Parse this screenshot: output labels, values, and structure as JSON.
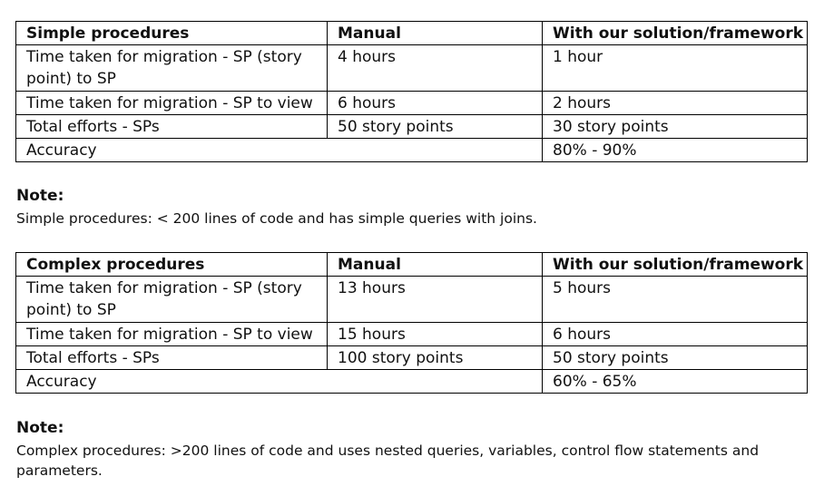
{
  "simple_table": {
    "headers": [
      "Simple procedures",
      "Manual",
      "With our solution/framework"
    ],
    "rows": [
      [
        "Time taken for migration - SP (story point) to SP",
        "4 hours",
        "1 hour"
      ],
      [
        "Time taken for migration - SP to view",
        "6 hours",
        "2 hours"
      ],
      [
        "Total efforts - SPs",
        "50 story points",
        "30 story points"
      ]
    ],
    "accuracy": {
      "label": "Accuracy",
      "value": "80% - 90%"
    }
  },
  "note1": {
    "title": "Note:",
    "text": "Simple procedures: < 200 lines of code and has simple queries with joins."
  },
  "complex_table": {
    "headers": [
      "Complex procedures",
      "Manual",
      "With our solution/framework"
    ],
    "rows": [
      [
        "Time taken for migration - SP (story point) to SP",
        "13 hours",
        "5 hours"
      ],
      [
        "Time taken for migration - SP to view",
        "15 hours",
        "6 hours"
      ],
      [
        "Total efforts - SPs",
        "100 story points",
        "50 story points"
      ]
    ],
    "accuracy": {
      "label": "Accuracy",
      "value": "60% - 65%"
    }
  },
  "note2": {
    "title": "Note:",
    "text": "Complex procedures: >200 lines of code and uses nested queries, variables, control flow statements and parameters."
  }
}
